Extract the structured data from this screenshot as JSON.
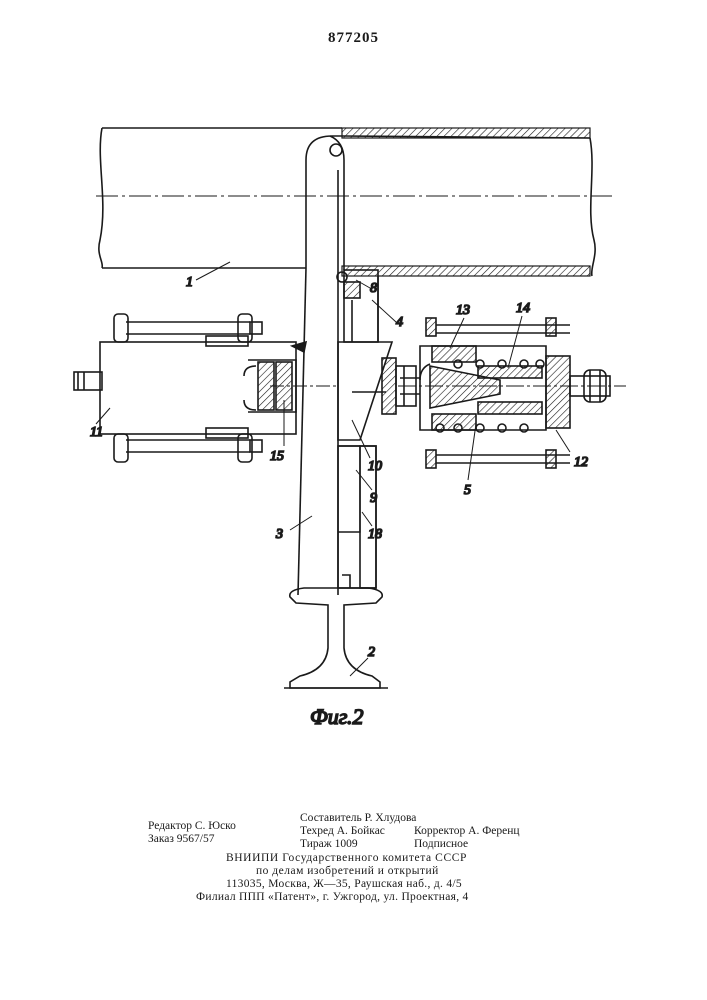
{
  "patent_number": "877205",
  "figure": {
    "caption": "Фиг.2",
    "labels": [
      "1",
      "2",
      "3",
      "4",
      "5",
      "8",
      "9",
      "10",
      "11",
      "12",
      "13",
      "14",
      "15",
      "18"
    ]
  },
  "imprint": {
    "editor": "Редактор С. Юско",
    "order": "Заказ 9567/57",
    "compiler": "Составитель Р. Хлудова",
    "techred": "Техред А. Бойкас",
    "circulation": "Тираж 1009",
    "corrector": "Корректор А. Ференц",
    "subscription": "Подписное",
    "org_line1": "ВНИИПИ Государственного комитета СССР",
    "org_line2": "по делам изобретений и открытий",
    "address": "113035, Москва, Ж—35, Раушская наб., д. 4/5",
    "branch": "Филиал ППП «Патент», г. Ужгород, ул. Проектная, 4"
  }
}
